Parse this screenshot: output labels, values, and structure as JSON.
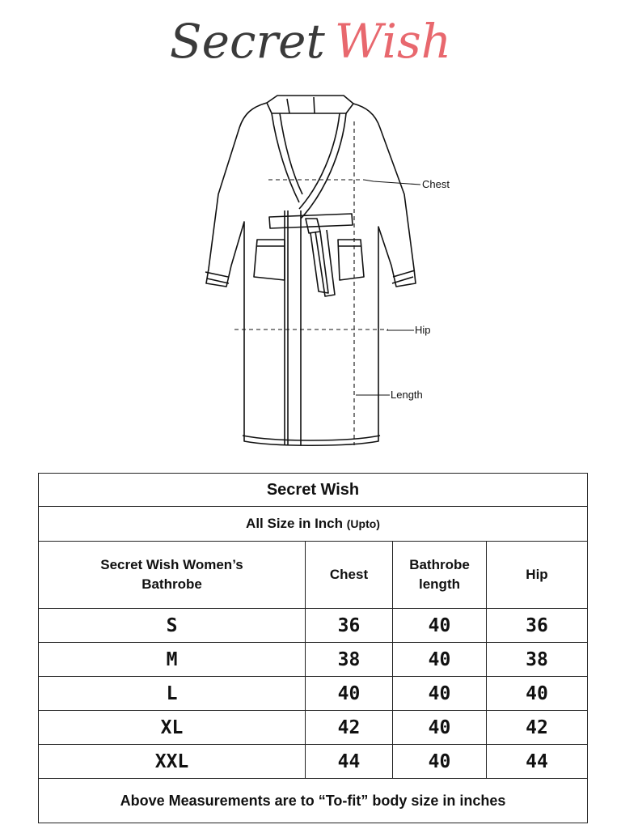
{
  "brand": {
    "word1": "Secret",
    "word2": "Wish"
  },
  "diagram": {
    "labels": {
      "chest": "Chest",
      "hip": "Hip",
      "length": "Length"
    }
  },
  "table": {
    "title": "Secret Wish",
    "subtitle": "All Size in Inch",
    "subtitle_note": "(Upto)",
    "headers": [
      "Secret Wish Women’s Bathrobe",
      "Chest",
      "Bathrobe length",
      "Hip"
    ],
    "rows": [
      [
        "S",
        "36",
        "40",
        "36"
      ],
      [
        "M",
        "38",
        "40",
        "38"
      ],
      [
        "L",
        "40",
        "40",
        "40"
      ],
      [
        "XL",
        "42",
        "40",
        "42"
      ],
      [
        "XXL",
        "44",
        "40",
        "44"
      ]
    ],
    "footer": "Above Measurements are to “To-fit” body size in inches"
  },
  "colors": {
    "brand_dark": "#3a3a3a",
    "brand_accent": "#e8686e"
  },
  "icons": {
    "illustration": "bathrobe-line-drawing"
  }
}
